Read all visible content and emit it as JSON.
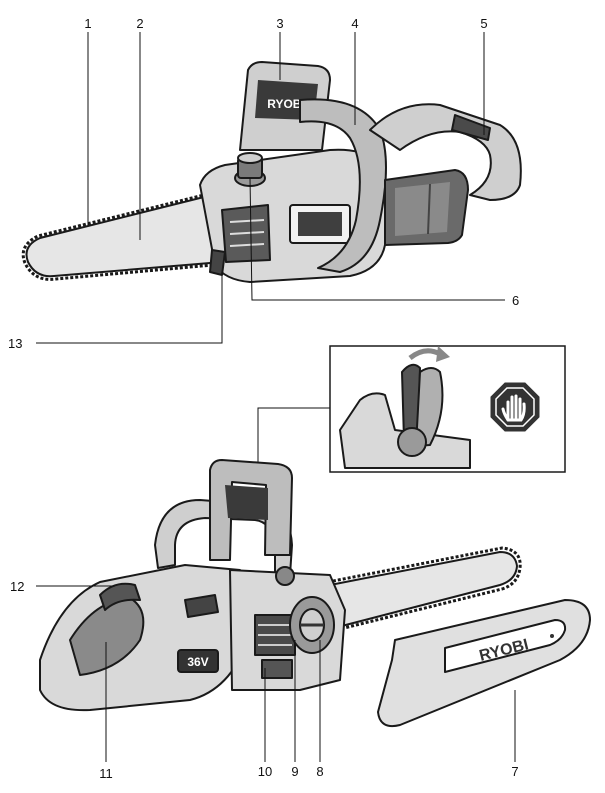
{
  "brand_logo": "RYOBI",
  "voltage_badge": "36V",
  "callouts": {
    "c1": "1",
    "c2": "2",
    "c3": "3",
    "c4": "4",
    "c5": "5",
    "c6": "6",
    "c7": "7",
    "c8": "8",
    "c9": "9",
    "c10": "10",
    "c11": "11",
    "c12": "12",
    "c13": "13"
  },
  "icons": {
    "stop_sign": "stop-hand-icon",
    "rotate_arrow": "curved-arrow-icon"
  },
  "colors": {
    "line": "#1a1a1a",
    "body_fill": "#d9d9d9",
    "dark_fill": "#4a4a4a",
    "stop_sign": "#333333"
  }
}
